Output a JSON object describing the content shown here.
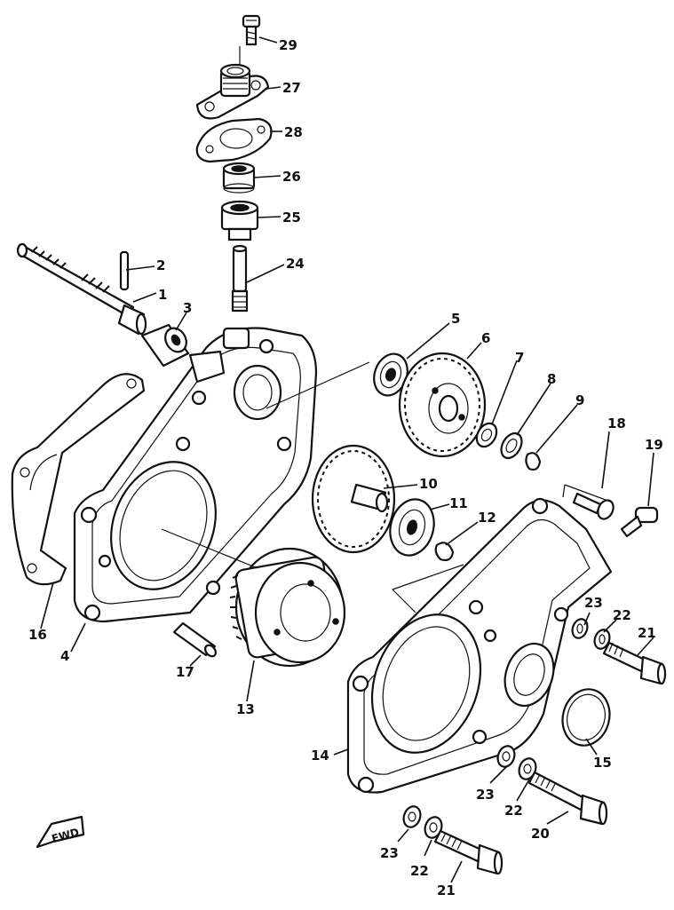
{
  "callouts": [
    {
      "id": "c1",
      "text": "1"
    },
    {
      "id": "c2",
      "text": "2"
    },
    {
      "id": "c3",
      "text": "3"
    },
    {
      "id": "c4",
      "text": "4"
    },
    {
      "id": "c5",
      "text": "5"
    },
    {
      "id": "c6",
      "text": "6"
    },
    {
      "id": "c7",
      "text": "7"
    },
    {
      "id": "c8",
      "text": "8"
    },
    {
      "id": "c9",
      "text": "9"
    },
    {
      "id": "c10",
      "text": "10"
    },
    {
      "id": "c11",
      "text": "11"
    },
    {
      "id": "c12",
      "text": "12"
    },
    {
      "id": "c13",
      "text": "13"
    },
    {
      "id": "c14",
      "text": "14"
    },
    {
      "id": "c15",
      "text": "15"
    },
    {
      "id": "c16",
      "text": "16"
    },
    {
      "id": "c17",
      "text": "17"
    },
    {
      "id": "c18",
      "text": "18"
    },
    {
      "id": "c19",
      "text": "19"
    },
    {
      "id": "c20",
      "text": "20"
    },
    {
      "id": "c21a",
      "text": "21"
    },
    {
      "id": "c21b",
      "text": "21"
    },
    {
      "id": "c22a",
      "text": "22"
    },
    {
      "id": "c22b",
      "text": "22"
    },
    {
      "id": "c22c",
      "text": "22"
    },
    {
      "id": "c23a",
      "text": "23"
    },
    {
      "id": "c23b",
      "text": "23"
    },
    {
      "id": "c23c",
      "text": "23"
    },
    {
      "id": "c24",
      "text": "24"
    },
    {
      "id": "c25",
      "text": "25"
    },
    {
      "id": "c26",
      "text": "26"
    },
    {
      "id": "c27",
      "text": "27"
    },
    {
      "id": "c28",
      "text": "28"
    },
    {
      "id": "c29",
      "text": "29"
    }
  ],
  "direction_marker": {
    "text": "FWD"
  }
}
